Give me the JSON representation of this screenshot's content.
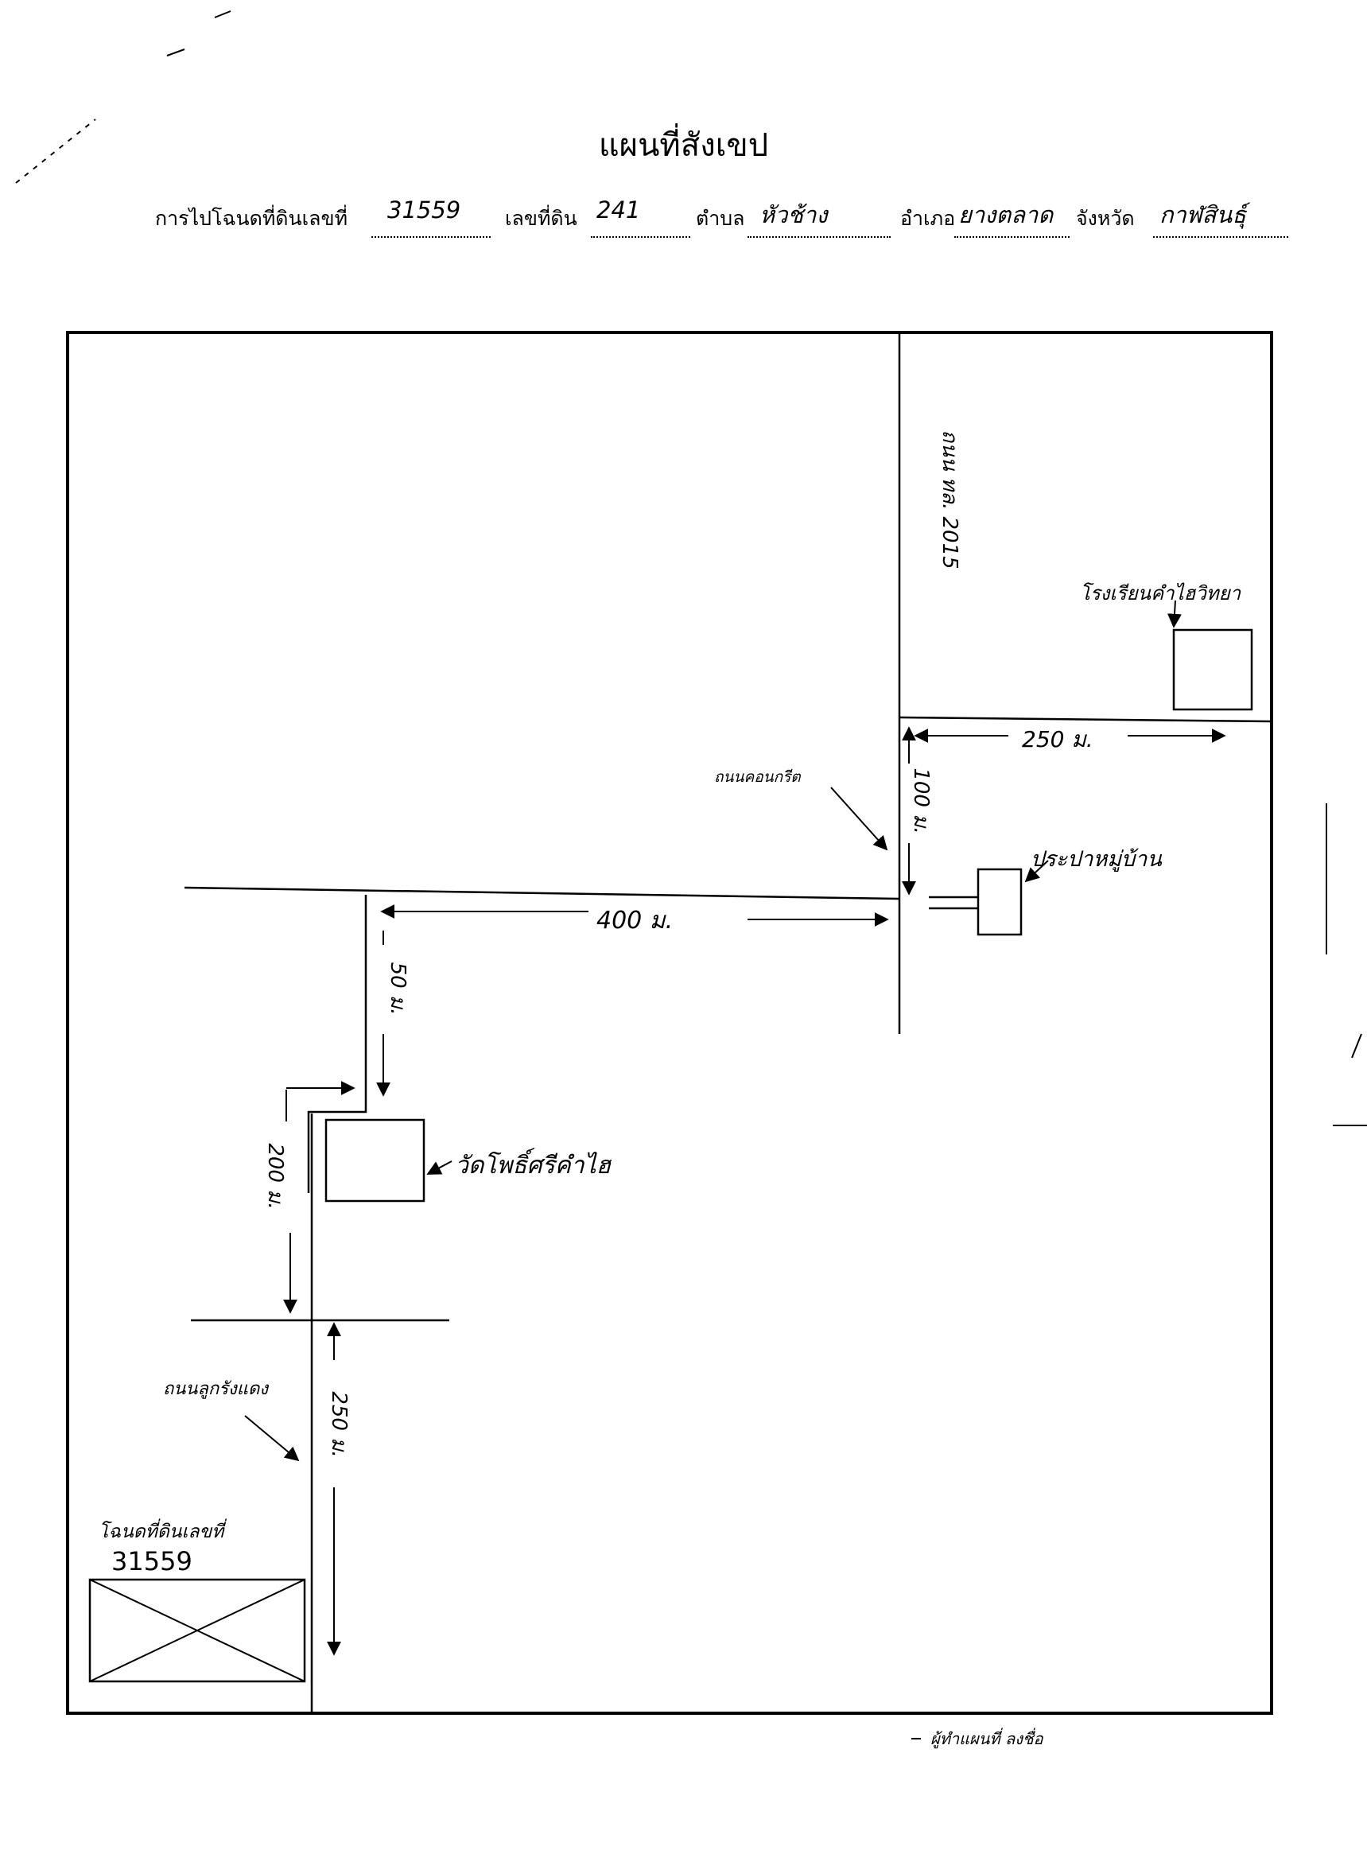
{
  "document": {
    "title": "แผนที่สังเขป",
    "form": {
      "deed_label": "การไปโฉนดที่ดินเลขที่",
      "deed_no": "31559",
      "land_no_label": "เลขที่ดิน",
      "land_no": "241",
      "subdistrict_label": "ตำบล",
      "subdistrict": "หัวช้าง",
      "district_label": "อำเภอ",
      "district": "ยางตลาด",
      "province_label": "จังหวัด",
      "province": "กาฬสินธุ์"
    }
  },
  "map": {
    "highway_label": "ถนน ทล. 2015",
    "concrete_road_label": "ถนนคอนกรีต",
    "laterite_road_label": "ถนนลูกรังแดง",
    "school_label": "โรงเรียนคำไฮวิทยา",
    "water_label": "ประปาหมู่บ้าน",
    "temple_label": "วัดโพธิ์ศรีคำไฮ",
    "deed_caption": "โฉนดที่ดินเลขที่",
    "deed_number": "31559",
    "dist_school": "250 ม.",
    "dist_down_main": "100 ม.",
    "dist_west": "400 ม.",
    "dist_temple": "50 ม.",
    "dist_left_down": "200 ม.",
    "dist_to_plot": "250 ม.",
    "footer_scrawl": "ผู้ทำแผนที่ ลงชื่อ"
  }
}
